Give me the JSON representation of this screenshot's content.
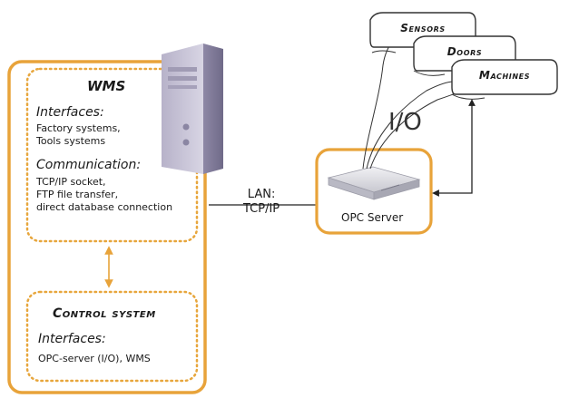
{
  "wms": {
    "title": "WMS",
    "interfaces_heading": "Interfaces:",
    "interfaces_lines": [
      "Factory systems,",
      "Tools systems"
    ],
    "communication_heading": "Communication:",
    "communication_lines": [
      "TCP/IP socket,",
      "FTP file transfer,",
      "direct database connection"
    ]
  },
  "control_system": {
    "title": "Control system",
    "interfaces_heading": "Interfaces:",
    "interfaces_text": "OPC-server (I/O), WMS"
  },
  "link": {
    "lan_line1": "LAN:",
    "lan_line2": "TCP/IP"
  },
  "opc": {
    "label": "OPC Server"
  },
  "io_label": "I/O",
  "devices": {
    "sensors": "Sensors",
    "doors": "Doors",
    "machines": "Machines"
  },
  "colors": {
    "accent_orange": "#E8A33A",
    "dotted_orange": "#E7A63C",
    "server_body": "#C9C5D8",
    "line_dark": "#222222"
  },
  "icons": [
    "server-tower-icon",
    "opc-server-device-icon"
  ]
}
